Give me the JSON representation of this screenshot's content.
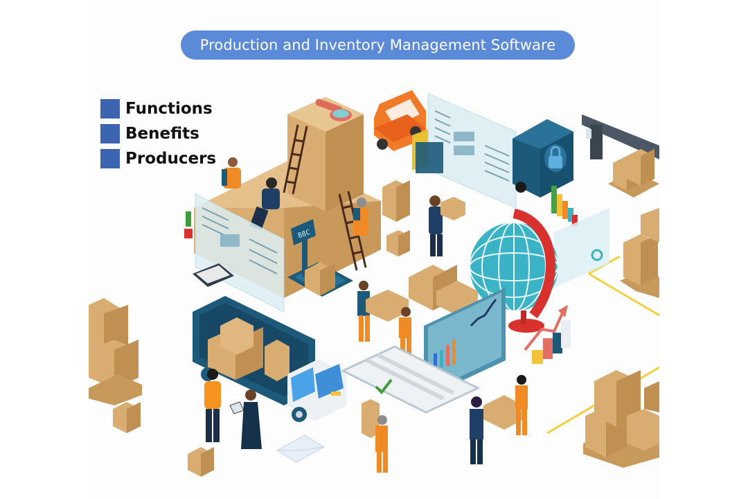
{
  "header": {
    "title": "Production and Inventory Management Software",
    "title_bg": "#5b8ad8"
  },
  "legend": {
    "swatch_color": "#3d64b0",
    "items": [
      {
        "label": "Functions"
      },
      {
        "label": "Benefits"
      },
      {
        "label": "Producers"
      }
    ]
  },
  "illustration": {
    "description": "Isometric warehouse scene: workers carrying boxes, forklift, delivery truck, globe, dashboard screens, bar charts, pallets",
    "dashboard_display": "88C",
    "palette": {
      "box": "#d9ad72",
      "box_dark": "#c08f52",
      "navy": "#1d5a7a",
      "orange": "#f08a24",
      "globe": "#3bb3c6",
      "red": "#d9312e",
      "screen": "#dceef3"
    }
  }
}
